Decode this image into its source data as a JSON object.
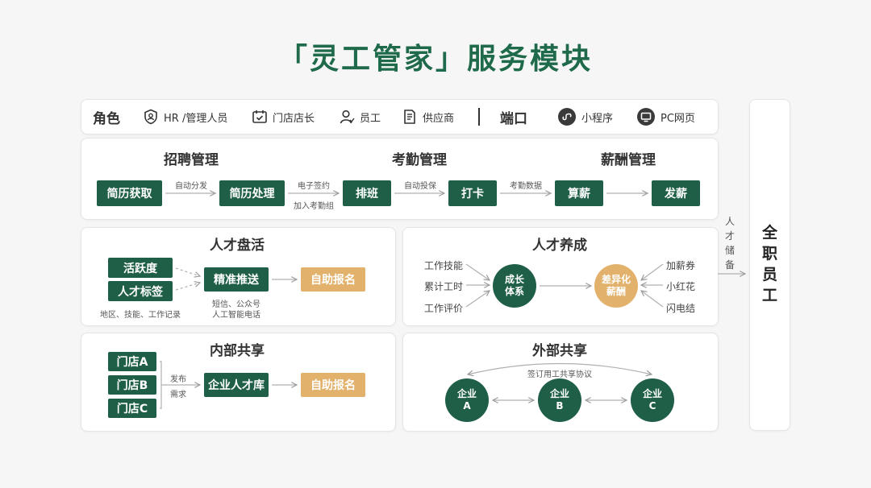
{
  "title": "「灵工管家」服务模块",
  "roles": {
    "label": "角色",
    "items": [
      {
        "icon": "shield-user-icon",
        "text": "HR /管理人员"
      },
      {
        "icon": "calendar-check-icon",
        "text": "门店店长"
      },
      {
        "icon": "person-icon",
        "text": "员工"
      },
      {
        "icon": "document-icon",
        "text": "供应商"
      }
    ],
    "port_label": "端口",
    "ports": [
      {
        "icon": "mini-program-icon",
        "text": "小程序"
      },
      {
        "icon": "monitor-icon",
        "text": "PC网页"
      }
    ]
  },
  "workflow": {
    "titles": [
      "招聘管理",
      "考勤管理",
      "薪酬管理"
    ],
    "steps": [
      "简历获取",
      "简历处理",
      "排班",
      "打卡",
      "算薪",
      "发薪"
    ],
    "edge_labels": [
      "自动分发",
      "电子签约",
      "加入考勤组",
      "自动投保",
      "考勤数据"
    ]
  },
  "talent_activation": {
    "title": "人才盘活",
    "inputs": [
      "活跃度",
      "人才标签"
    ],
    "inputs_note": "地区、技能、工作记录",
    "center": "精准推送",
    "center_note_1": "短信、公众号",
    "center_note_2": "人工智能电话",
    "output": "自助报名"
  },
  "talent_development": {
    "title": "人才养成",
    "inputs": [
      "工作技能",
      "累计工时",
      "工作评价"
    ],
    "center_line1": "成长",
    "center_line2": "体系",
    "result_line1": "差异化",
    "result_line2": "薪酬",
    "outputs": [
      "加薪券",
      "小红花",
      "闪电结"
    ]
  },
  "internal_sharing": {
    "title": "内部共享",
    "stores": [
      "门店A",
      "门店B",
      "门店C"
    ],
    "edge_label_1": "发布",
    "edge_label_2": "需求",
    "center": "企业人才库",
    "output": "自助报名"
  },
  "external_sharing": {
    "title": "外部共享",
    "agreement": "签订用工共享协议",
    "companies": [
      {
        "l1": "企业",
        "l2": "A"
      },
      {
        "l1": "企业",
        "l2": "B"
      },
      {
        "l1": "企业",
        "l2": "C"
      }
    ]
  },
  "reserve_label": [
    "人",
    "才",
    "储",
    "备"
  ],
  "fulltime_label": [
    "全",
    "职",
    "员",
    "工"
  ],
  "colors": {
    "primary": "#1f5f47",
    "accent": "#e2b26c",
    "title": "#1f6a4a"
  }
}
